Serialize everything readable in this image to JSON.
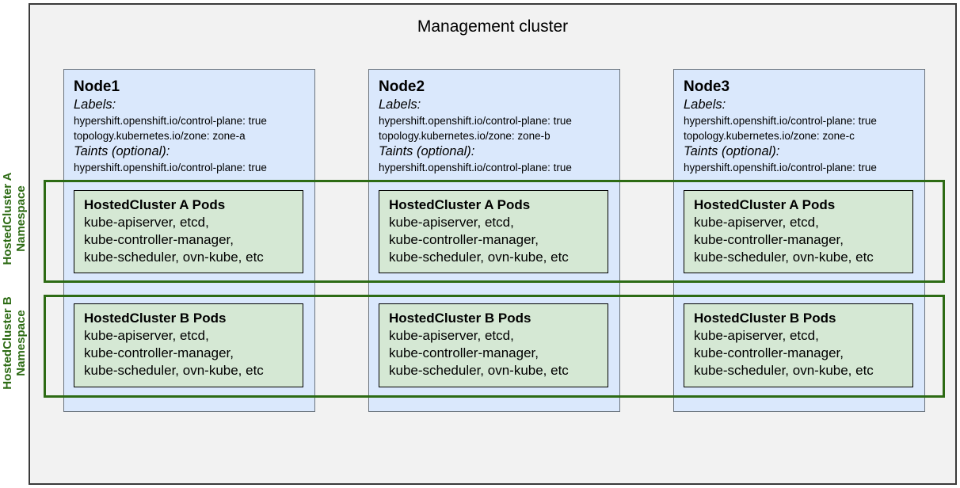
{
  "title": "Management cluster",
  "namespaces": [
    {
      "line1": "HostedCluster A",
      "line2": "Namespace"
    },
    {
      "line1": "HostedCluster B",
      "line2": "Namespace"
    }
  ],
  "nodes": [
    {
      "name": "Node1",
      "labels_heading": "Labels:",
      "labels": [
        "hypershift.openshift.io/control-plane: true",
        "topology.kubernetes.io/zone: zone-a"
      ],
      "taints_heading": "Taints (optional):",
      "taints": [
        "hypershift.openshift.io/control-plane: true"
      ],
      "pods": [
        {
          "title": "HostedCluster A Pods",
          "lines": [
            "kube-apiserver, etcd,",
            "kube-controller-manager,",
            "kube-scheduler, ovn-kube, etc"
          ]
        },
        {
          "title": "HostedCluster B Pods",
          "lines": [
            "kube-apiserver, etcd,",
            "kube-controller-manager,",
            "kube-scheduler, ovn-kube, etc"
          ]
        }
      ]
    },
    {
      "name": "Node2",
      "labels_heading": "Labels:",
      "labels": [
        "hypershift.openshift.io/control-plane: true",
        "topology.kubernetes.io/zone: zone-b"
      ],
      "taints_heading": "Taints (optional):",
      "taints": [
        "hypershift.openshift.io/control-plane: true"
      ],
      "pods": [
        {
          "title": "HostedCluster A Pods",
          "lines": [
            "kube-apiserver, etcd,",
            "kube-controller-manager,",
            "kube-scheduler, ovn-kube, etc"
          ]
        },
        {
          "title": "HostedCluster B Pods",
          "lines": [
            "kube-apiserver, etcd,",
            "kube-controller-manager,",
            "kube-scheduler, ovn-kube, etc"
          ]
        }
      ]
    },
    {
      "name": "Node3",
      "labels_heading": "Labels:",
      "labels": [
        "hypershift.openshift.io/control-plane: true",
        "topology.kubernetes.io/zone: zone-c"
      ],
      "taints_heading": "Taints (optional):",
      "taints": [
        "hypershift.openshift.io/control-plane: true"
      ],
      "pods": [
        {
          "title": "HostedCluster A Pods",
          "lines": [
            "kube-apiserver, etcd,",
            "kube-controller-manager,",
            "kube-scheduler, ovn-kube, etc"
          ]
        },
        {
          "title": "HostedCluster B Pods",
          "lines": [
            "kube-apiserver, etcd,",
            "kube-controller-manager,",
            "kube-scheduler, ovn-kube, etc"
          ]
        }
      ]
    }
  ],
  "colors": {
    "cluster_fill": "#f2f2f2",
    "cluster_border": "#3a3a3a",
    "node_fill": "#dae8fc",
    "node_border": "#6a737d",
    "pod_fill": "#d5e8d4",
    "pod_border": "#000000",
    "namespace_green": "#2d6b14"
  }
}
